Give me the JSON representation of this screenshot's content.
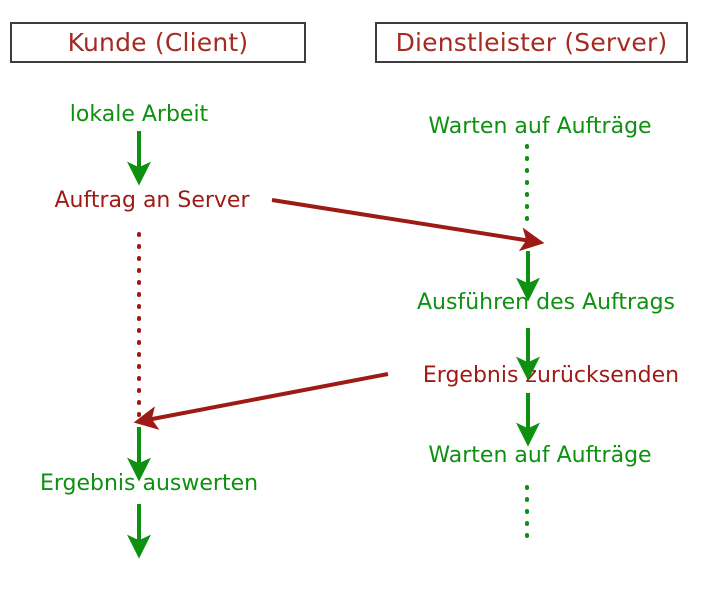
{
  "diagram": {
    "title_client": "Kunde (Client)",
    "title_server": "Dienstleister (Server)",
    "colors": {
      "green": "#0E9111",
      "dark_red": "#9E1B15",
      "arrow_red": "#9E1B15",
      "box_border": "#3d3d3d",
      "background": "#ffffff"
    },
    "lanes": [
      {
        "name": "client",
        "header": "Kunde (Client)",
        "steps": [
          {
            "label": "lokale Arbeit",
            "color": "green"
          },
          {
            "label": "Auftrag an Server",
            "color": "dark_red"
          },
          {
            "label": "Ergebnis auswerten",
            "color": "green"
          }
        ]
      },
      {
        "name": "server",
        "header": "Dienstleister (Server)",
        "steps": [
          {
            "label": "Warten auf Aufträge",
            "color": "green"
          },
          {
            "label": "Ausführen des Auftrags",
            "color": "green"
          },
          {
            "label": "Ergebnis zurücksenden",
            "color": "dark_red"
          },
          {
            "label": "Warten auf Aufträge",
            "color": "green"
          }
        ]
      }
    ],
    "labels": {
      "client_step_1": "lokale Arbeit",
      "client_step_2": "Auftrag an Server",
      "client_step_3": "Ergebnis auswerten",
      "server_step_1": "Warten auf Aufträge",
      "server_step_2": "Ausführen des Auftrags",
      "server_step_3": "Ergebnis zurücksenden",
      "server_step_4": "Warten auf Aufträge"
    },
    "messages": [
      {
        "from": "client",
        "to": "server",
        "name": "request-message"
      },
      {
        "from": "server",
        "to": "client",
        "name": "response-message"
      }
    ]
  }
}
